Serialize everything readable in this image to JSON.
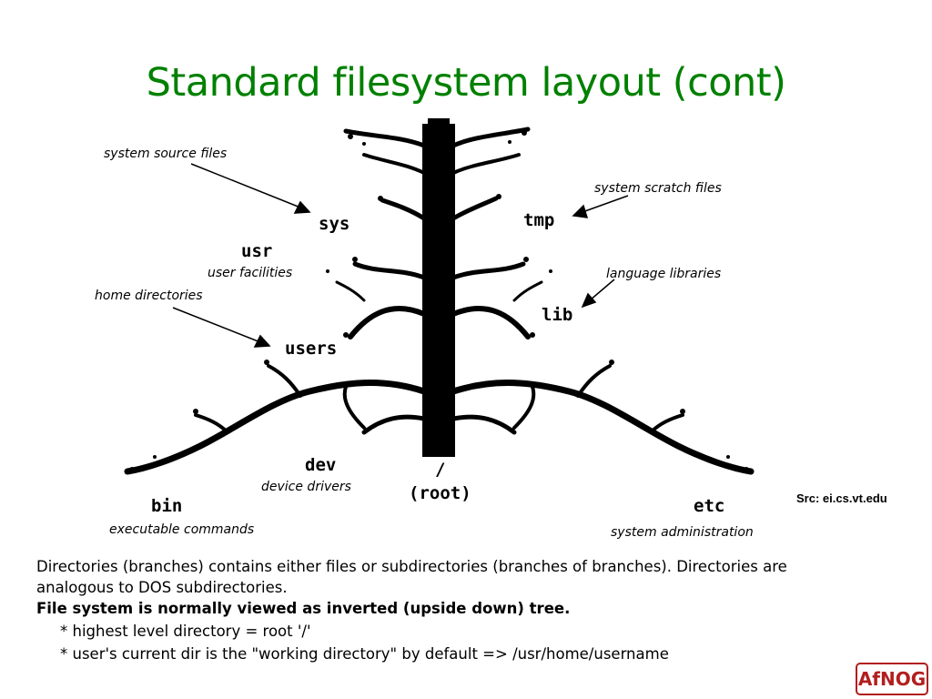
{
  "slide": {
    "title": "Standard filesystem layout (cont)",
    "source": "Src: ei.cs.vt.edu"
  },
  "diagram": {
    "dirs": {
      "sys": "sys",
      "tmp": "tmp",
      "usr": "usr",
      "lib": "lib",
      "users": "users",
      "dev": "dev",
      "root_slash": "/",
      "root_label": "(root)",
      "bin": "bin",
      "etc": "etc"
    },
    "notes": {
      "system_source": "system source files",
      "system_scratch": "system scratch files",
      "user_facilities": "user facilities",
      "language_libraries": "language libraries",
      "home_directories": "home directories",
      "device_drivers": "device drivers",
      "executable_commands": "executable commands",
      "system_administration": "system administration"
    }
  },
  "body": {
    "line1": "Directories (branches) contains either files or subdirectories (branches of branches). Directories are analogous to DOS subdirectories.",
    "line2": "File system is normally viewed as inverted (upside down) tree.",
    "bullet1": "* highest level directory = root '/'",
    "bullet2": "* user's current dir is the \"working directory\" by default => /usr/home/username"
  },
  "logo": {
    "text": "AfNOG"
  }
}
